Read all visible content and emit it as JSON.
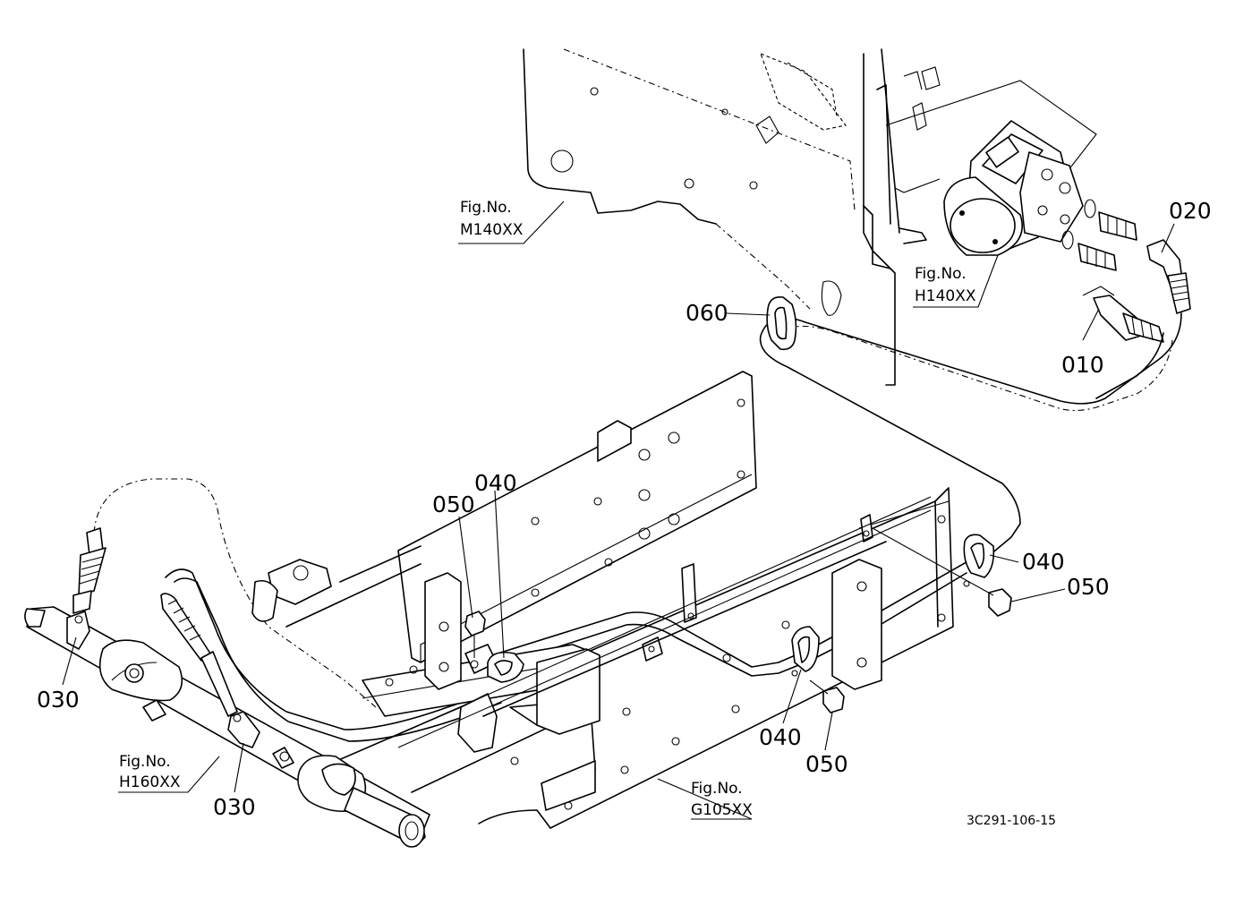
{
  "callouts": {
    "c010": "010",
    "c020": "020",
    "c030a": "030",
    "c030b": "030",
    "c040a": "040",
    "c040b": "040",
    "c040c": "040",
    "c050a": "050",
    "c050b": "050",
    "c050c": "050",
    "c060": "060"
  },
  "figure_refs": {
    "m140": {
      "label": "Fig.No.",
      "code": "M140XX"
    },
    "h140": {
      "label": "Fig.No.",
      "code": "H140XX"
    },
    "h160": {
      "label": "Fig.No.",
      "code": "H160XX"
    },
    "g105": {
      "label": "Fig.No.",
      "code": "G105XX"
    }
  },
  "figure_code": "3C291-106-15"
}
